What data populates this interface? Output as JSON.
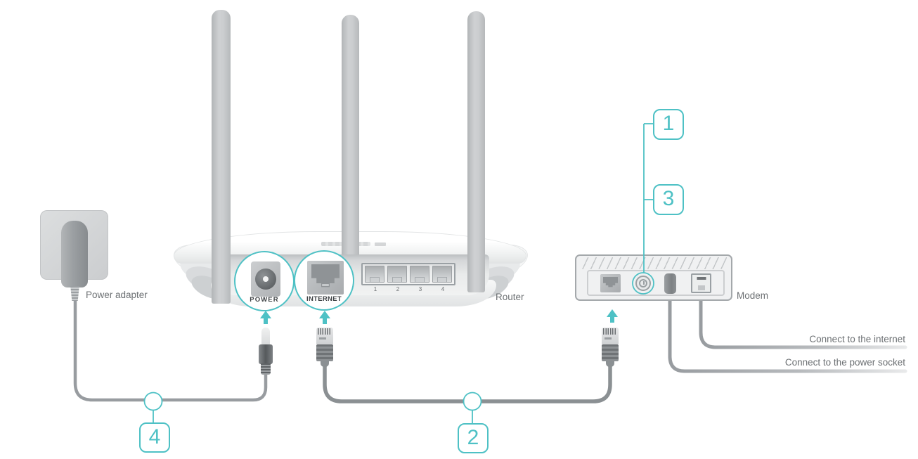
{
  "colors": {
    "accent_teal": "#4ec1c5",
    "cable_gray": "#989ca0",
    "ethernet_cable_gray": "#8b9093",
    "label_gray": "#6c7073",
    "port_label_dark": "#3e4245"
  },
  "power_adapter": {
    "label": "Power adapter"
  },
  "router": {
    "label": "Router",
    "power_port_label": "POWER",
    "internet_port_label": "INTERNET",
    "lan_port_numbers": [
      "1",
      "2",
      "3",
      "4"
    ]
  },
  "modem": {
    "label": "Modem"
  },
  "callouts": {
    "step1": "1",
    "step2": "2",
    "step3": "3",
    "step4": "4"
  },
  "cable_labels": {
    "internet": "Connect to the internet",
    "power_socket": "Connect to the power socket"
  },
  "icons": {
    "up_arrow": "teal arrow pointing at port"
  }
}
